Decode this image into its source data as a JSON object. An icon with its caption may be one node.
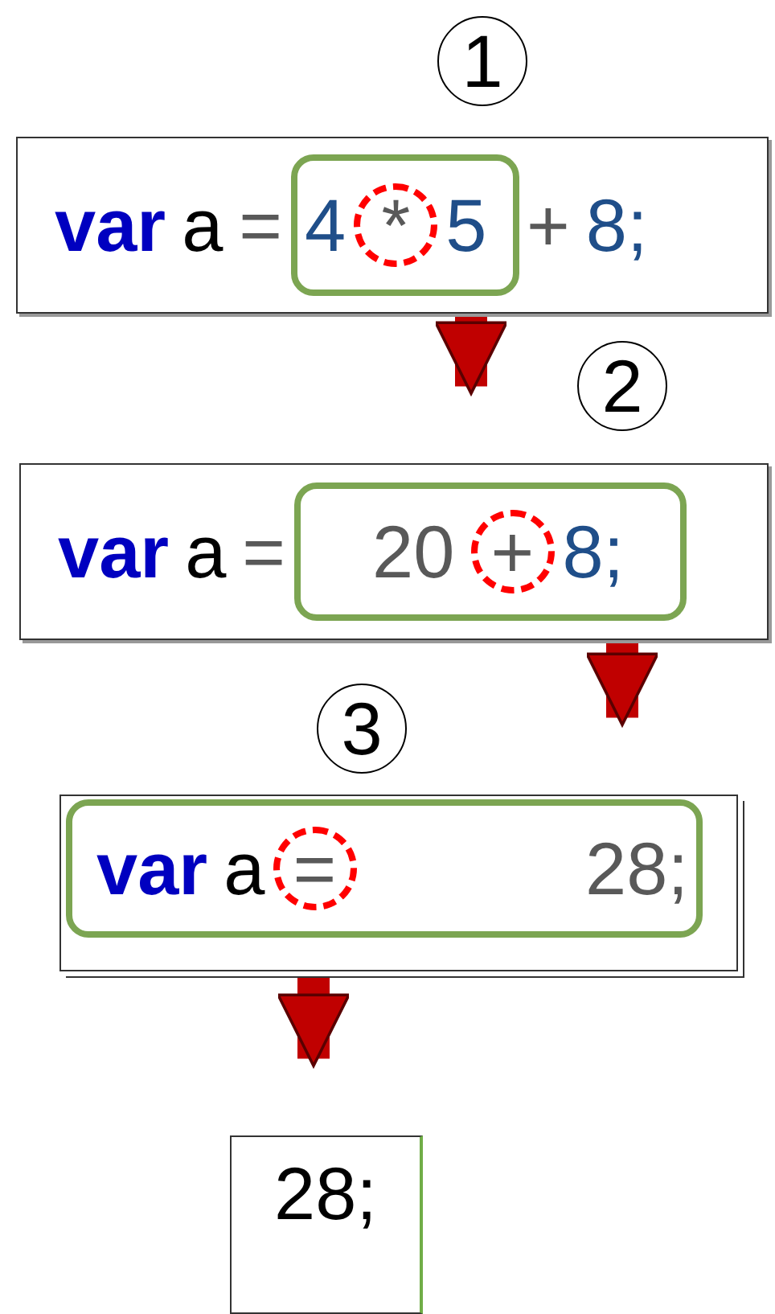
{
  "diagram": {
    "nodes": [
      {
        "text": [
          "1"
        ]
      },
      {
        "text": [
          "var",
          "a",
          "=",
          "+",
          "8;"
        ]
      },
      {
        "text": [
          "4",
          "5"
        ],
        "in": 1
      },
      {
        "text": [
          "*"
        ],
        "in": 2
      },
      {
        "text": [
          "2"
        ]
      },
      {
        "text": [
          "var",
          "a",
          "="
        ]
      },
      {
        "text": [
          "20",
          "8;"
        ],
        "in": 5
      },
      {
        "text": [
          "+"
        ],
        "in": 6
      },
      {
        "text": [
          "3"
        ]
      },
      {
        "text": [],
        "shape": "box"
      },
      {
        "text": [
          "var",
          "a",
          "28;"
        ],
        "in": 9
      },
      {
        "text": [
          "="
        ],
        "in": 10
      },
      {
        "text": [
          "28;"
        ]
      }
    ],
    "edges": [
      {
        "from": 1,
        "to": 5,
        "arrow": "to"
      },
      {
        "from": 5,
        "to": 9,
        "arrow": "to"
      },
      {
        "from": 9,
        "to": 12,
        "arrow": "to"
      }
    ]
  }
}
